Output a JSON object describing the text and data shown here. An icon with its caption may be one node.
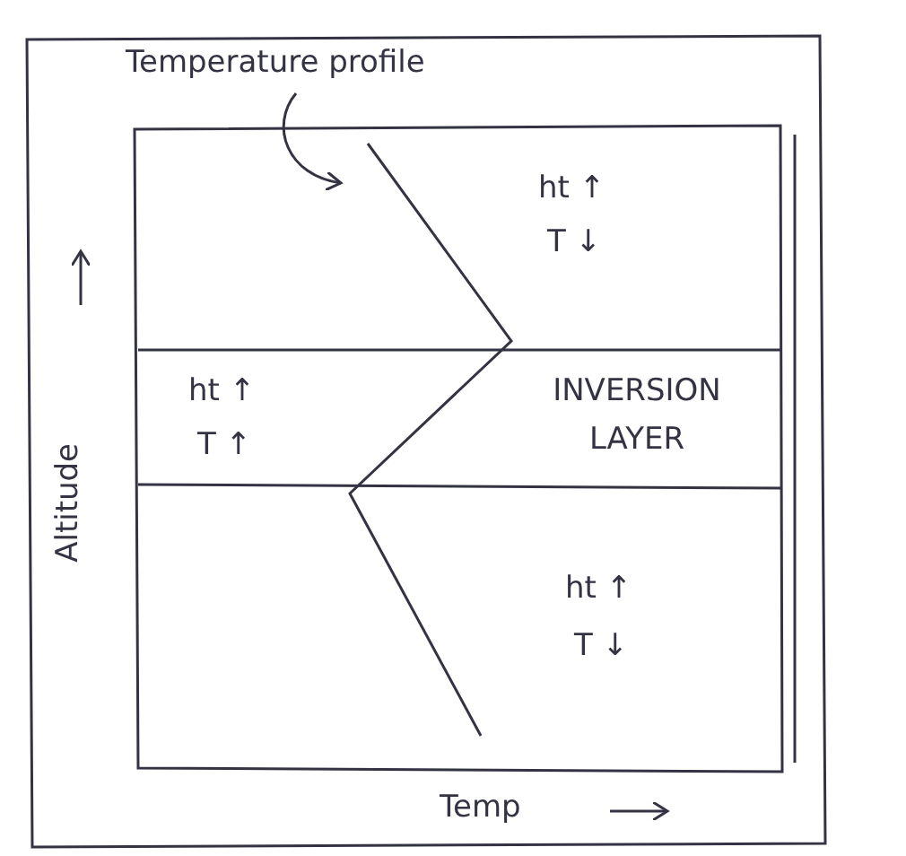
{
  "diagram": {
    "nodes": [
      {
        "text": [
          "Temperature profile"
        ]
      },
      {
        "text": [],
        "shape": "line"
      }
    ],
    "edges": [
      {
        "from": 0,
        "to": 1,
        "arrow": "to"
      }
    ],
    "labels": [
      "ht ↑",
      "T ↓",
      "ht ↑",
      "T ↑",
      "INVERSION LAYER",
      "ht ↑",
      "T ↓",
      "Altitude",
      "Temp"
    ]
  }
}
